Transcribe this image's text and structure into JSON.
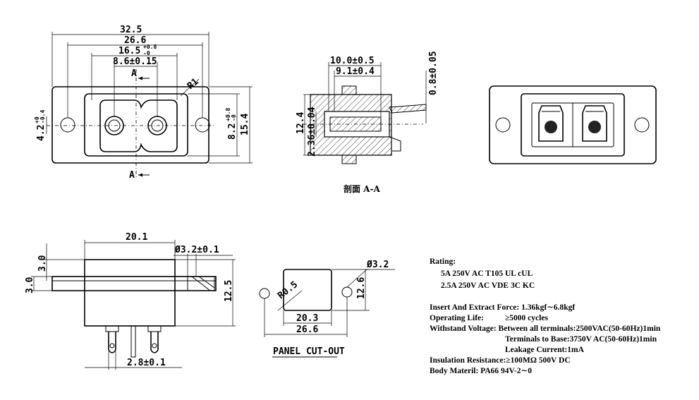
{
  "top_view": {
    "dims": {
      "overall_width": "32.5",
      "hole_spacing": "26.6",
      "body_width": "16.5",
      "body_width_tol_upper": "+0.8",
      "body_width_tol_lower": "-0",
      "pin_spacing": "8.6±0.15",
      "radius": "R1",
      "left_height": "4.2",
      "left_height_tol_upper": "+0",
      "left_height_tol_lower": "-0.4",
      "inner_height": "8.2",
      "inner_height_tol_upper": "+0.8",
      "inner_height_tol_lower": "-0",
      "overall_height": "15.4"
    },
    "section_marker": "A"
  },
  "section_view": {
    "dims": {
      "a": "10.0±0.5",
      "b": "9.1±0.4",
      "c": "0.8±0.05",
      "d": "12.4",
      "e": "2.36±0.04"
    },
    "caption": "剖面 A-A"
  },
  "side_view": {
    "dims": {
      "length": "20.1",
      "hole": "Ø3.2±0.1",
      "height": "12.5",
      "flange_a": "3.0",
      "flange_b": "3.0",
      "pin_pitch": "2.8±0.1"
    }
  },
  "panel_cutout": {
    "dims": {
      "hole": "Ø3.2",
      "radius": "R0.5",
      "height": "12.6",
      "width": "20.3",
      "hole_spacing": "26.6"
    },
    "caption": "PANEL CUT-OUT"
  },
  "specs": {
    "rating_title": "Rating:",
    "rating_1": "5A 250V AC  T105  UL  cUL",
    "rating_2": "2.5A 250V AC    VDE 3C KC",
    "insert_force": "Insert And Extract Force:  1.36kgf∼6.8kgf",
    "op_life_label": "Operating Life:",
    "op_life_value": "≥5000 cycles",
    "withstand": "Withstand Voltage: Between all terminals:2500VAC(50-60Hz)1min",
    "terminals_base": "Terminals to Base:3750V AC(50-60Hz)1min",
    "leakage": "Leakage Current:1mA",
    "insulation": "Insulation Resistance:≥100MΩ    500V DC",
    "body": "Body Materil:   PA66   94V-2∼0"
  }
}
